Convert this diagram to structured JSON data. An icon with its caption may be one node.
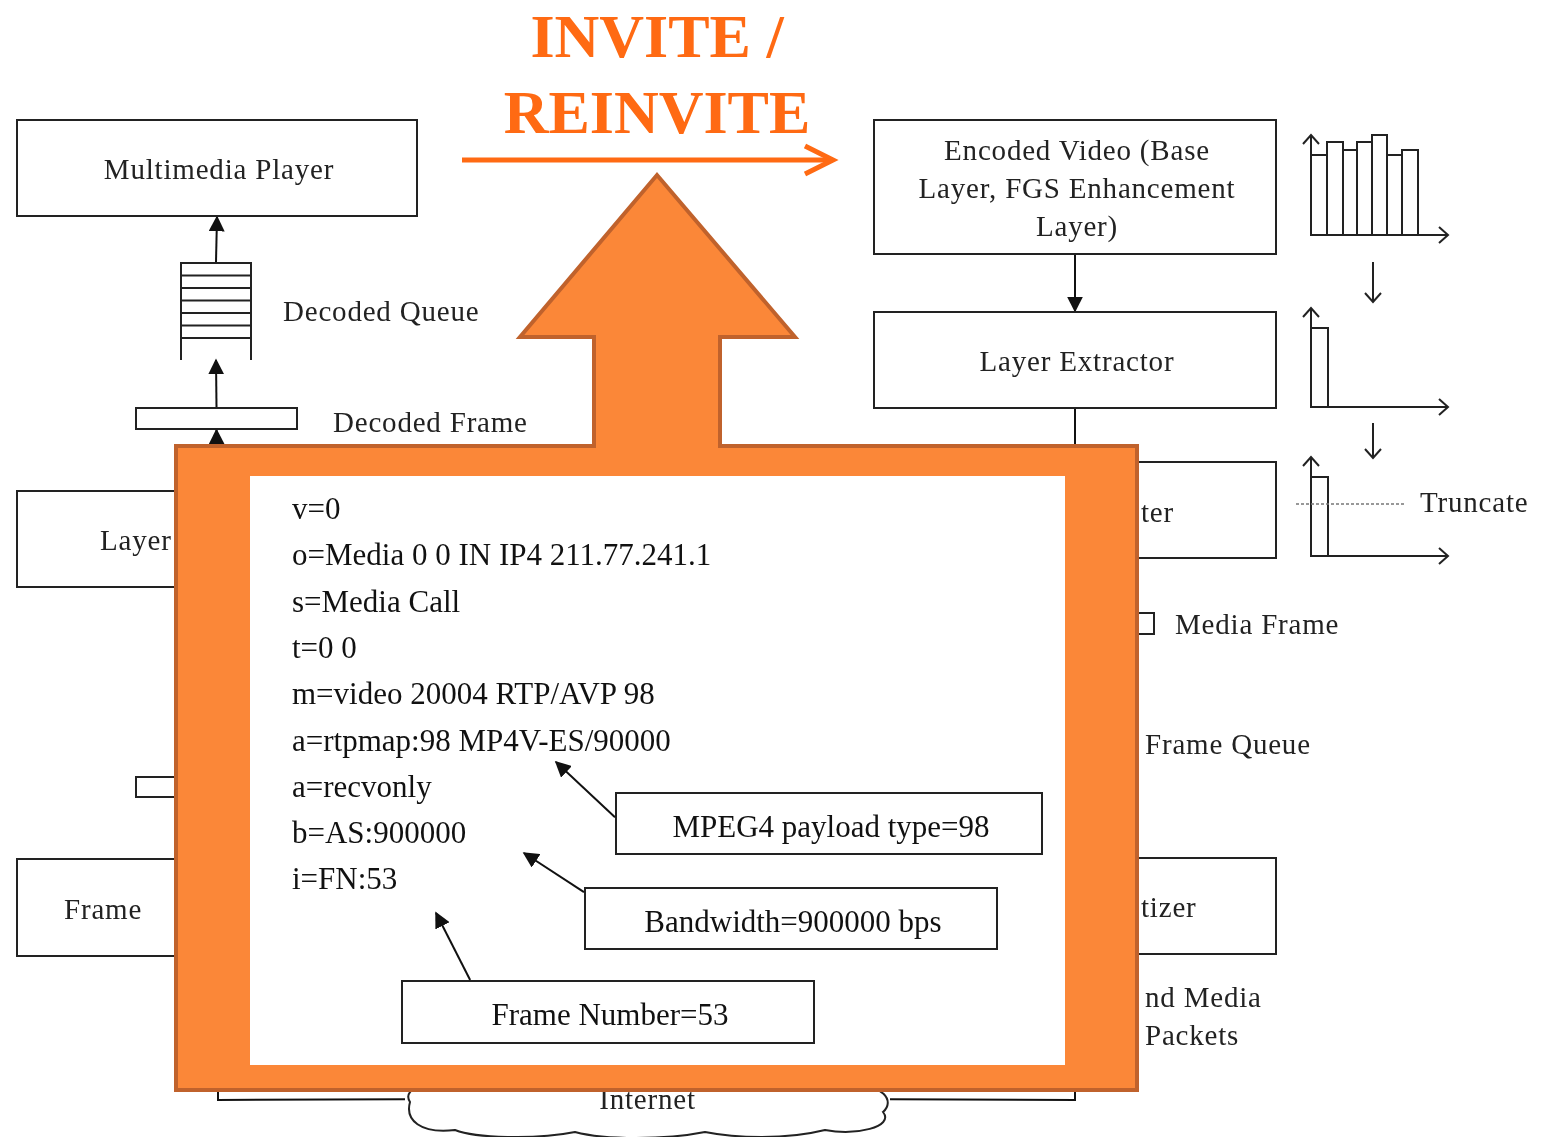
{
  "diagram": {
    "title": "INVITE / REINVITE",
    "nodes": [
      {
        "text": [
          "Multimedia Player"
        ]
      },
      {
        "text": [],
        "shape": "stack",
        "beside": [
          "Decoded Queue"
        ]
      },
      {
        "text": [],
        "shape": "bar",
        "beside": [
          "Decoded Frame"
        ]
      },
      {
        "text": [
          "Layer"
        ]
      },
      {
        "text": [],
        "shape": "bar"
      },
      {
        "text": [
          "Frame"
        ]
      },
      {
        "text": [
          "Encoded Video (Base Layer, FGS Enhancement Layer)"
        ]
      },
      {
        "text": [
          "Layer Extractor"
        ]
      },
      {
        "text": [
          "ter"
        ]
      },
      {
        "text": [],
        "shape": "bar",
        "beside": [
          "Media Frame"
        ]
      },
      {
        "text": [
          "tizer"
        ]
      },
      {
        "text": [
          "Internet"
        ]
      },
      {
        "text": [],
        "shape": "arrow"
      },
      {
        "text": [
          "v=0",
          "o=Media 0 0 IN IP4 211.77.241.1",
          "s=Media Call",
          "t=0 0",
          "m=video 20004 RTP/AVP 98",
          "a=rtpmap:98 MP4V-ES/90000",
          "a=recvonly",
          "b=AS:900000",
          "i=FN:53"
        ],
        "in": 12
      },
      {
        "text": [
          "MPEG4 payload type=98"
        ],
        "in": 13
      },
      {
        "text": [
          "Bandwidth=900000 bps"
        ],
        "in": 13
      },
      {
        "text": [
          "Frame Number=53"
        ],
        "in": 13
      }
    ],
    "edges": [
      {
        "from": 1,
        "to": 0,
        "arrow": "to"
      },
      {
        "from": 2,
        "to": 1,
        "arrow": "to"
      },
      {
        "from": 3,
        "to": 2,
        "arrow": "to"
      },
      {
        "from": 6,
        "to": 7,
        "arrow": "to"
      },
      {
        "from": 7,
        "to": 8,
        "arrow": "to"
      },
      {
        "from": 14,
        "to": null,
        "arrow": "to"
      },
      {
        "from": 15,
        "to": null,
        "arrow": "to"
      },
      {
        "from": 16,
        "to": null,
        "arrow": "to"
      },
      {
        "from": 11,
        "to": 5,
        "arrow": "none"
      },
      {
        "from": 11,
        "to": 10,
        "arrow": "none"
      }
    ],
    "labels": [
      "Truncate",
      "Frame Queue",
      "nd Media Packets"
    ]
  }
}
